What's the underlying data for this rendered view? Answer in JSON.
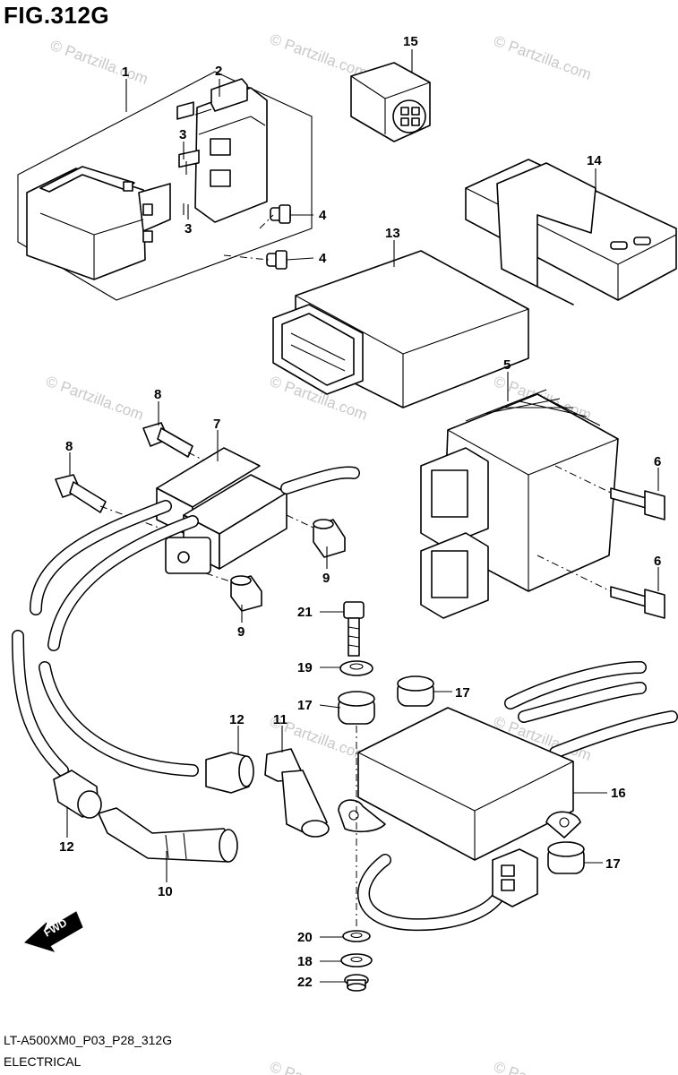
{
  "figure": {
    "title": "FIG.312G",
    "code": "LT-A500XM0_P03_P28_312G",
    "section": "ELECTRICAL",
    "watermark": "© Partzilla.com",
    "direction_label": "FWD"
  },
  "callouts": {
    "c1": "1",
    "c2": "2",
    "c3a": "3",
    "c3b": "3",
    "c4a": "4",
    "c4b": "4",
    "c5": "5",
    "c6a": "6",
    "c6b": "6",
    "c7": "7",
    "c8a": "8",
    "c8b": "8",
    "c9a": "9",
    "c9b": "9",
    "c10": "10",
    "c11": "11",
    "c12a": "12",
    "c12b": "12",
    "c13": "13",
    "c14": "14",
    "c15": "15",
    "c16": "16",
    "c17a": "17",
    "c17b": "17",
    "c17c": "17",
    "c18": "18",
    "c19": "19",
    "c20": "20",
    "c21": "21",
    "c22": "22"
  }
}
